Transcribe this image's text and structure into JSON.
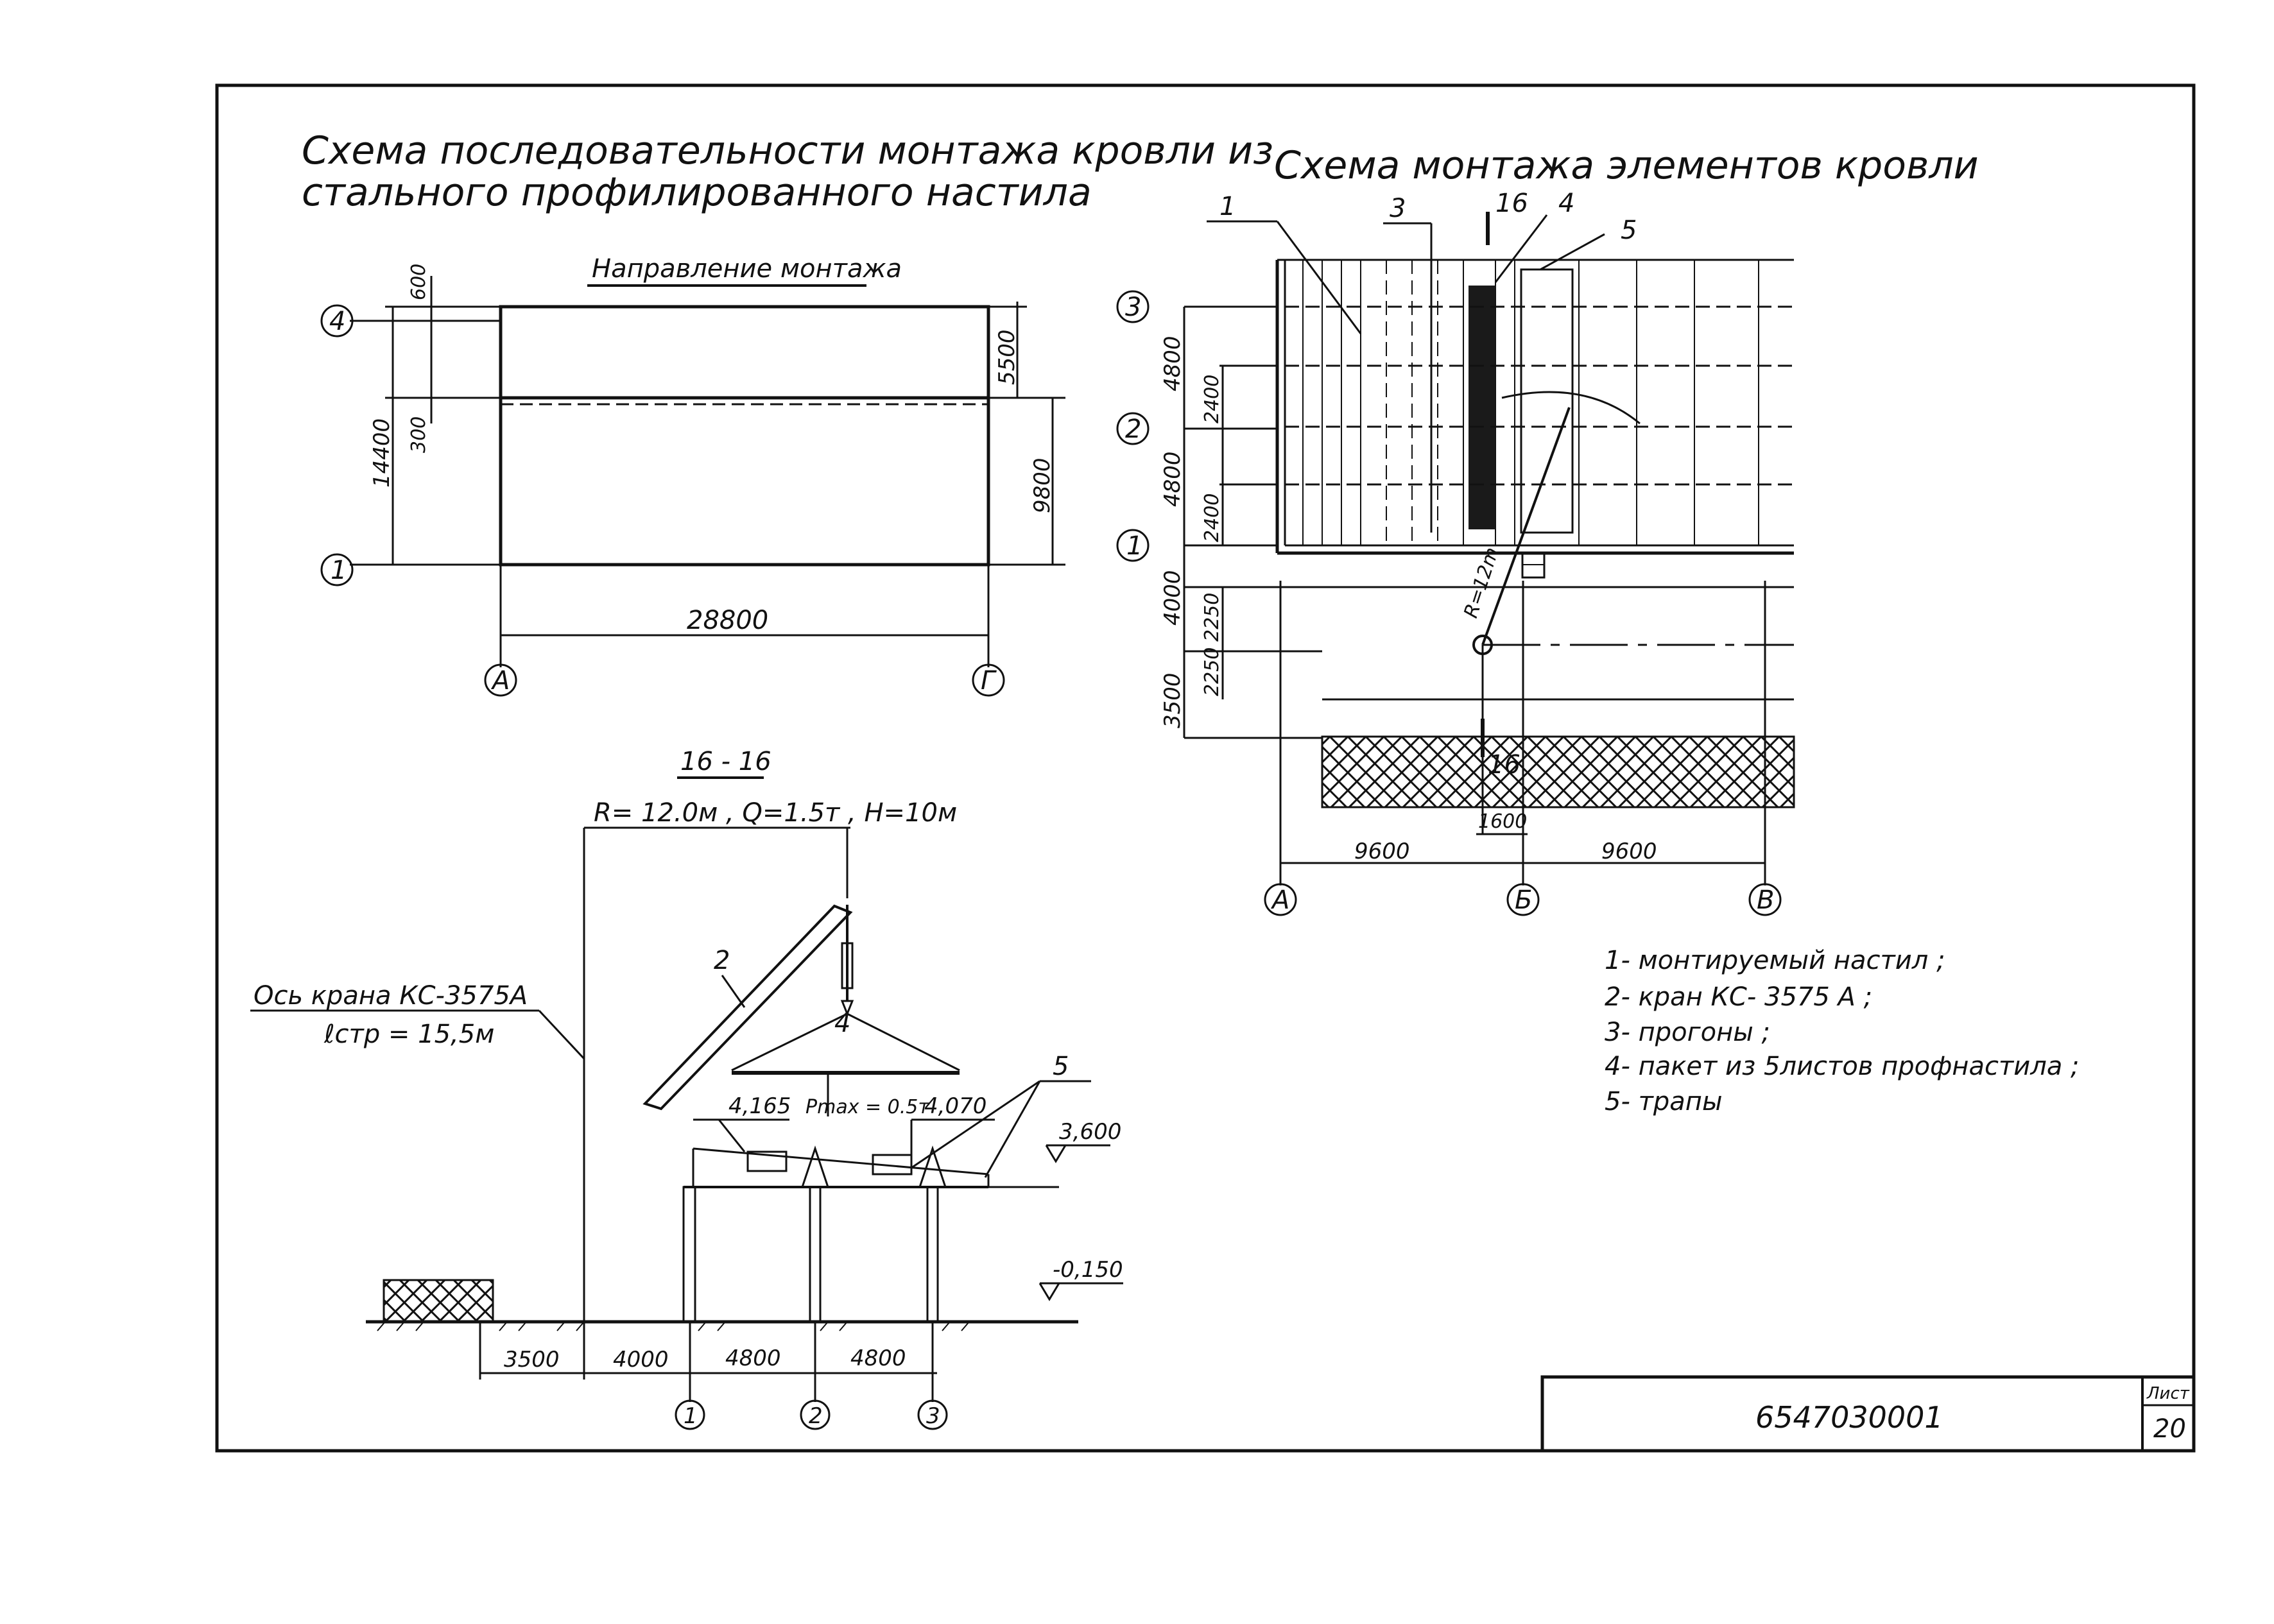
{
  "titles": {
    "left_line1": "Схема последовательности монтажа кровли из",
    "left_line2": "стального профилированного настила",
    "right": "Схема монтажа элементов кровли",
    "direction": "Направление монтажа",
    "section": "16 - 16"
  },
  "plan_left": {
    "axis_top": "4",
    "axis_bottom": "1",
    "axis_a": "А",
    "axis_g": "Г",
    "dim_600": "600",
    "dim_300": "300",
    "dim_14400": "14400",
    "dim_5500": "5500",
    "dim_9800": "9800",
    "dim_28800": "28800"
  },
  "plan_right": {
    "axis_3": "3",
    "axis_2": "2",
    "axis_1": "1",
    "axis_a": "А",
    "axis_b": "Б",
    "axis_v": "В",
    "cut_label": "16",
    "callout_1": "1",
    "callout_3": "3",
    "callout_4": "4",
    "callout_5": "5",
    "dim_4800a": "4800",
    "dim_4800b": "4800",
    "dim_2400a": "2400",
    "dim_2400b": "2400",
    "dim_4000": "4000",
    "dim_3500": "3500",
    "dim_2250a": "2250",
    "dim_2250b": "2250",
    "dim_9600a": "9600",
    "dim_9600b": "9600",
    "dim_1600": "1600",
    "radius": "R=12m"
  },
  "section": {
    "crane_params": "R= 12.0м , Q=1.5т , Н=10м",
    "crane_axis_line1": "Ось крана КС-3575А",
    "crane_axis_line2": "ℓстр = 15,5м",
    "callout_2": "2",
    "callout_4": "4",
    "callout_5": "5",
    "elev_4165": "4,165",
    "elev_4070": "4,070",
    "pmax": "Pmax = 0.5т",
    "elev_3600": "3,600",
    "elev_minus": "-0,150",
    "dim_3500": "3500",
    "dim_4000": "4000",
    "dim_4800a": "4800",
    "dim_4800b": "4800",
    "axis_1": "1",
    "axis_2": "2",
    "axis_3": "3"
  },
  "legend": [
    "1- монтируемый настил ;",
    "2- кран КС- 3575 А ;",
    "3- прогоны ;",
    "4- пакет из 5листов профнастила ;",
    "5- трапы"
  ],
  "title_block": {
    "code": "6547030001",
    "sheet_label": "Лист",
    "sheet_number": "20"
  }
}
